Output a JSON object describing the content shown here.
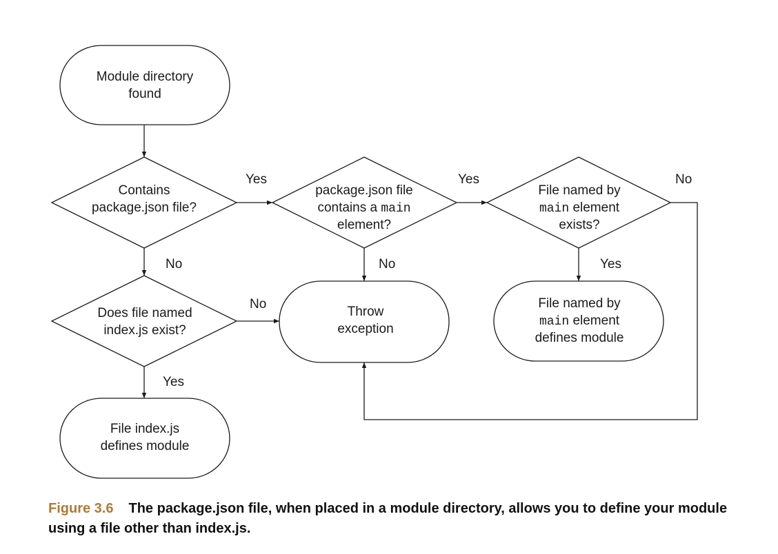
{
  "diagram": {
    "nodes": {
      "start": {
        "lines": [
          [
            "Module directory"
          ],
          [
            "found"
          ]
        ]
      },
      "contains_pkg": {
        "lines": [
          [
            "Contains"
          ],
          [
            "package.json file?"
          ]
        ]
      },
      "pkg_main": {
        "lines": [
          [
            "package.json file"
          ],
          [
            "contains a ",
            "main",
            ""
          ],
          [
            "element?"
          ]
        ]
      },
      "main_exists": {
        "lines": [
          [
            "File named by"
          ],
          [
            "",
            "main",
            " element"
          ],
          [
            "exists?"
          ]
        ]
      },
      "index_exists": {
        "lines": [
          [
            "Does file named"
          ],
          [
            "index.js exist?"
          ]
        ]
      },
      "throw": {
        "lines": [
          [
            "Throw"
          ],
          [
            "exception"
          ]
        ]
      },
      "main_defines": {
        "lines": [
          [
            "File named by"
          ],
          [
            "",
            "main",
            " element"
          ],
          [
            "defines module"
          ]
        ]
      },
      "index_defines": {
        "lines": [
          [
            "File index.js"
          ],
          [
            "defines module"
          ]
        ]
      }
    },
    "edge_labels": {
      "contains_yes": "Yes",
      "contains_no": "No",
      "pkg_main_yes": "Yes",
      "pkg_main_no": "No",
      "main_exists_no": "No",
      "main_exists_yes": "Yes",
      "index_no": "No",
      "index_yes": "Yes"
    }
  },
  "caption": {
    "label": "Figure 3.6",
    "text": "The package.json file, when placed in a module directory, allows you to define your module using a file other than index.js."
  }
}
